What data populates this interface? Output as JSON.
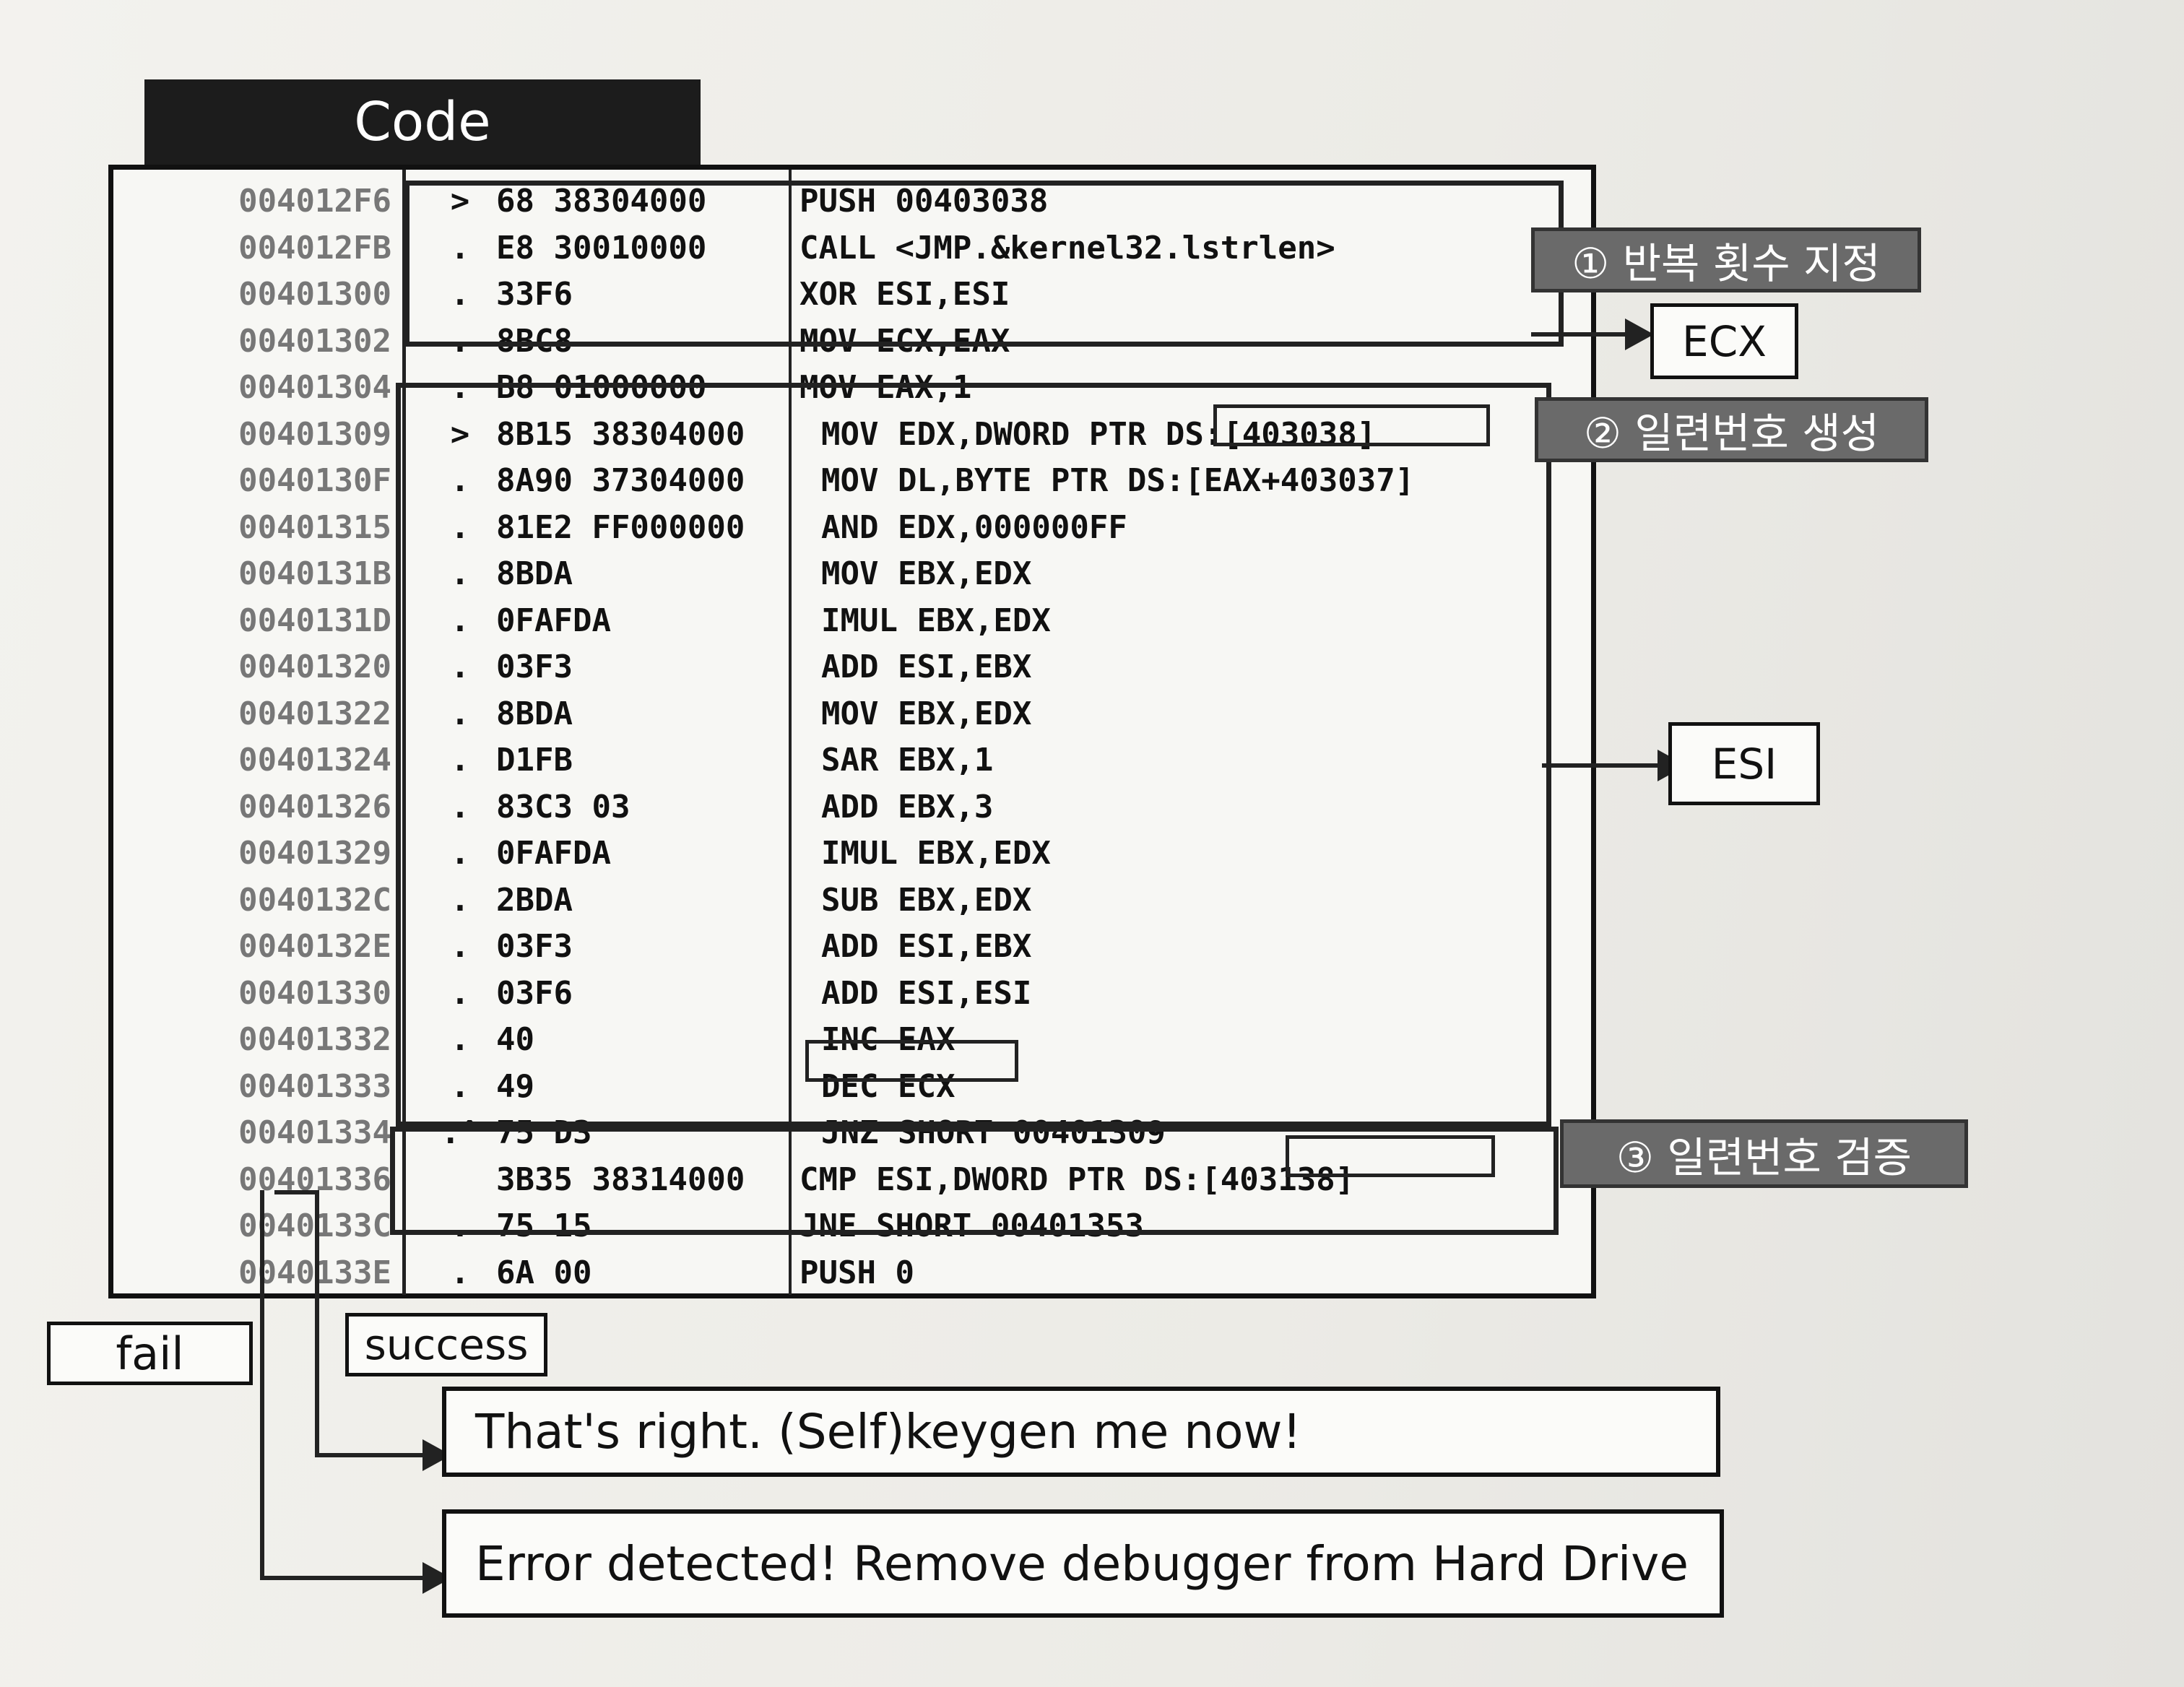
{
  "window": {
    "title": "Code"
  },
  "rows": [
    {
      "addr": "004012F6",
      "mark": ">",
      "hex": "68 38304000",
      "dis": "PUSH 00403038"
    },
    {
      "addr": "004012FB",
      "mark": ".",
      "hex": "E8 30010000",
      "dis": "CALL <JMP.&kernel32.lstrlen>"
    },
    {
      "addr": "00401300",
      "mark": ".",
      "hex": "33F6",
      "dis": "XOR ESI,ESI"
    },
    {
      "addr": "00401302",
      "mark": ".",
      "hex": "8BC8",
      "dis": "MOV ECX,EAX"
    },
    {
      "addr": "00401304",
      "mark": ".",
      "hex": "B8 01000000",
      "dis": "MOV EAX,1"
    },
    {
      "addr": "00401309",
      "mark": ">",
      "hex": "8B15 38304000",
      "dis": "MOV EDX,DWORD PTR DS:[403038]"
    },
    {
      "addr": "0040130F",
      "mark": ".",
      "hex": "8A90 37304000",
      "dis": "MOV DL,BYTE PTR DS:[EAX+403037]"
    },
    {
      "addr": "00401315",
      "mark": ".",
      "hex": "81E2 FF000000",
      "dis": "AND EDX,000000FF"
    },
    {
      "addr": "0040131B",
      "mark": ".",
      "hex": "8BDA",
      "dis": "MOV EBX,EDX"
    },
    {
      "addr": "0040131D",
      "mark": ".",
      "hex": "0FAFDA",
      "dis": "IMUL EBX,EDX"
    },
    {
      "addr": "00401320",
      "mark": ".",
      "hex": "03F3",
      "dis": "ADD ESI,EBX"
    },
    {
      "addr": "00401322",
      "mark": ".",
      "hex": "8BDA",
      "dis": "MOV EBX,EDX"
    },
    {
      "addr": "00401324",
      "mark": ".",
      "hex": "D1FB",
      "dis": "SAR EBX,1"
    },
    {
      "addr": "00401326",
      "mark": ".",
      "hex": "83C3 03",
      "dis": "ADD EBX,3"
    },
    {
      "addr": "00401329",
      "mark": ".",
      "hex": "0FAFDA",
      "dis": "IMUL EBX,EDX"
    },
    {
      "addr": "0040132C",
      "mark": ".",
      "hex": "2BDA",
      "dis": "SUB EBX,EDX"
    },
    {
      "addr": "0040132E",
      "mark": ".",
      "hex": "03F3",
      "dis": "ADD ESI,EBX"
    },
    {
      "addr": "00401330",
      "mark": ".",
      "hex": "03F6",
      "dis": "ADD ESI,ESI"
    },
    {
      "addr": "00401332",
      "mark": ".",
      "hex": "40",
      "dis": "INC EAX"
    },
    {
      "addr": "00401333",
      "mark": ".",
      "hex": "49",
      "dis": "DEC ECX"
    },
    {
      "addr": "00401334",
      "mark": ".^",
      "hex": "75 D3",
      "dis": "JNZ SHORT 00401309"
    },
    {
      "addr": "00401336",
      "mark": "",
      "hex": "3B35 38314000",
      "dis": "CMP ESI,DWORD PTR DS:[403138]"
    },
    {
      "addr": "0040133C",
      "mark": ".",
      "hex": "75 15",
      "dis": "JNE SHORT 00401353"
    },
    {
      "addr": "0040133E",
      "mark": ".",
      "hex": "6A 00",
      "dis": "PUSH 0"
    }
  ],
  "annotations": {
    "step1": "① 반복 횟수 지정",
    "step2": "② 일련번호 생성",
    "step3": "③ 일련번호 검증",
    "ecx": "ECX",
    "esi": "ESI",
    "fail": "fail",
    "success": "success",
    "success_message": "That's right. (Self)keygen me now!",
    "fail_message": "Error detected! Remove debugger from Hard Drive"
  }
}
